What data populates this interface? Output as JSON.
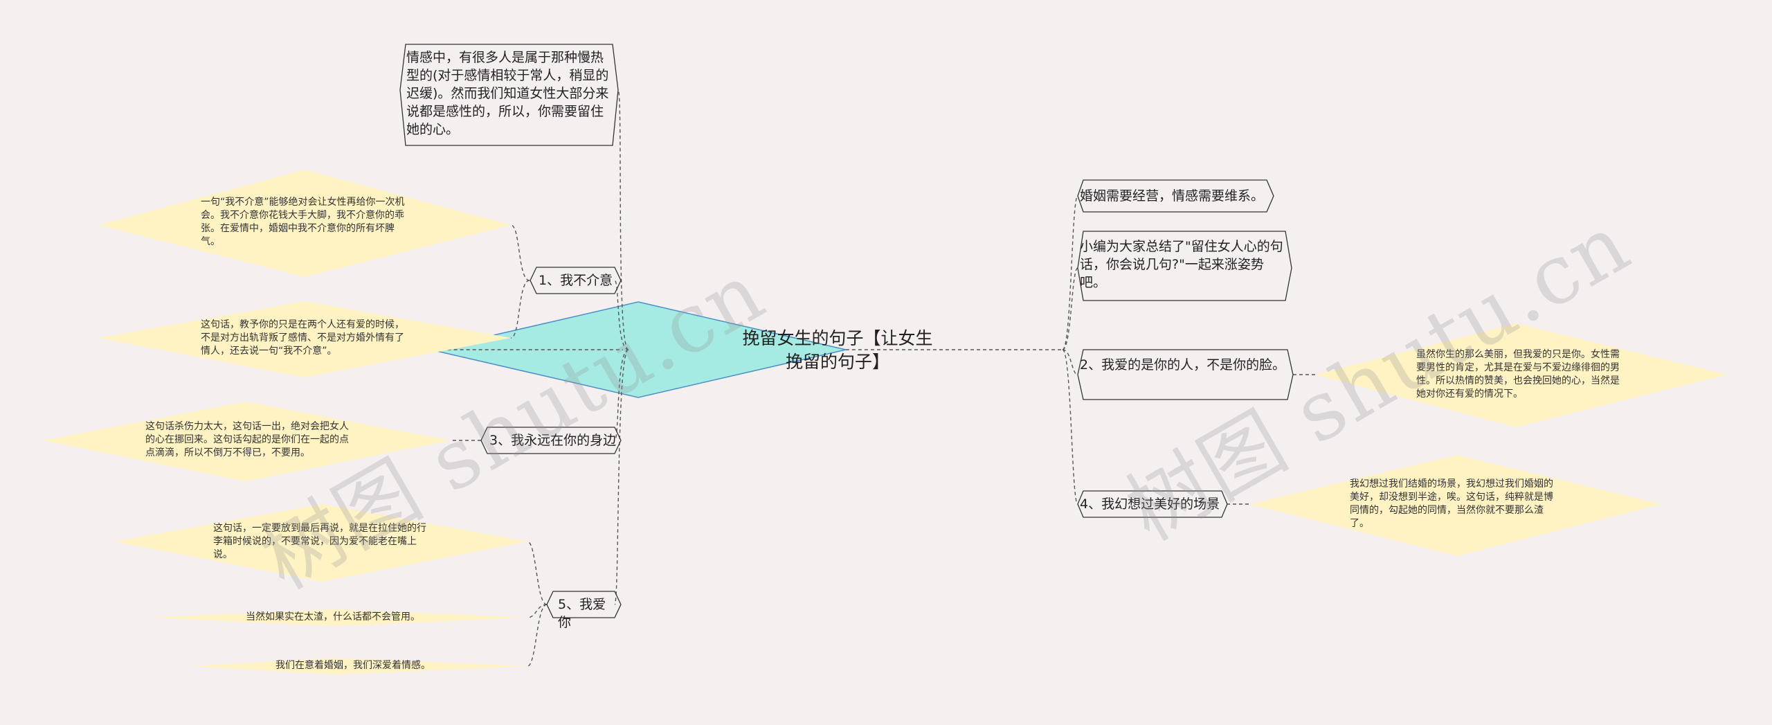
{
  "central": {
    "label": "挽留女生的句子【让女生挽留的句子】"
  },
  "left": {
    "intro": {
      "text": "情感中，有很多人是属于那种慢热型的(对于感情相较于常人，稍显的迟缓)。然而我们知道女性大部分来说都是感性的，所以，你需要留住她的心。"
    },
    "branches": [
      {
        "label": "1、我不介意",
        "notes": [
          "一句“我不介意”能够绝对会让女性再给你一次机会。我不介意你花钱大手大脚，我不介意你的乖张。在爱情中，婚姻中我不介意你的所有坏脾气。",
          "这句话，教予你的只是在两个人还有爱的时候，不是对方出轨背叛了感情、不是对方婚外情有了情人，还去说一句“我不介意”。"
        ]
      },
      {
        "label": "3、我永远在你的身边",
        "notes": [
          "这句话杀伤力太大，这句话一出，绝对会把女人的心在挪回来。这句话勾起的是你们在一起的点点滴滴，所以不倒万不得已，不要用。"
        ]
      },
      {
        "label": "5、我爱你",
        "notes": [
          "这句话，一定要放到最后再说，就是在拉住她的行李箱时候说的，不要常说，因为爱不能老在嘴上说。",
          "当然如果实在太渣，什么话都不会管用。",
          "我们在意着婚姻，我们深爱着情感。"
        ]
      }
    ]
  },
  "right": {
    "intro1": {
      "text": "婚姻需要经营，情感需要维系。"
    },
    "intro2": {
      "text": "小编为大家总结了\"留住女人心的句话，你会说几句?\"一起来涨姿势吧。"
    },
    "branches": [
      {
        "label": "2、我爱的是你的人，不是你的脸。",
        "notes": [
          "虽然你生的那么美丽，但我爱的只是你。女性需要男性的肯定，尤其是在爱与不爱边缘徘徊的男性。所以热情的赞美，也会挽回她的心，当然是她对你还有爱的情况下。"
        ]
      },
      {
        "label": "4、我幻想过美好的场景",
        "notes": [
          "我幻想过我们结婚的场景，我幻想过我们婚姻的美好，却没想到半途，唉。这句话，纯粹就是博同情的，勾起她的同情，当然你就不要那么渣了。"
        ]
      }
    ]
  },
  "watermark": "树图 shutu.cn",
  "colors": {
    "background": "#f6eff0",
    "central_fill": "#a6ebe3",
    "central_stroke": "#4a90c8",
    "note_fill": "#fff3c4",
    "node_stroke": "#333333",
    "line": "#555555"
  }
}
